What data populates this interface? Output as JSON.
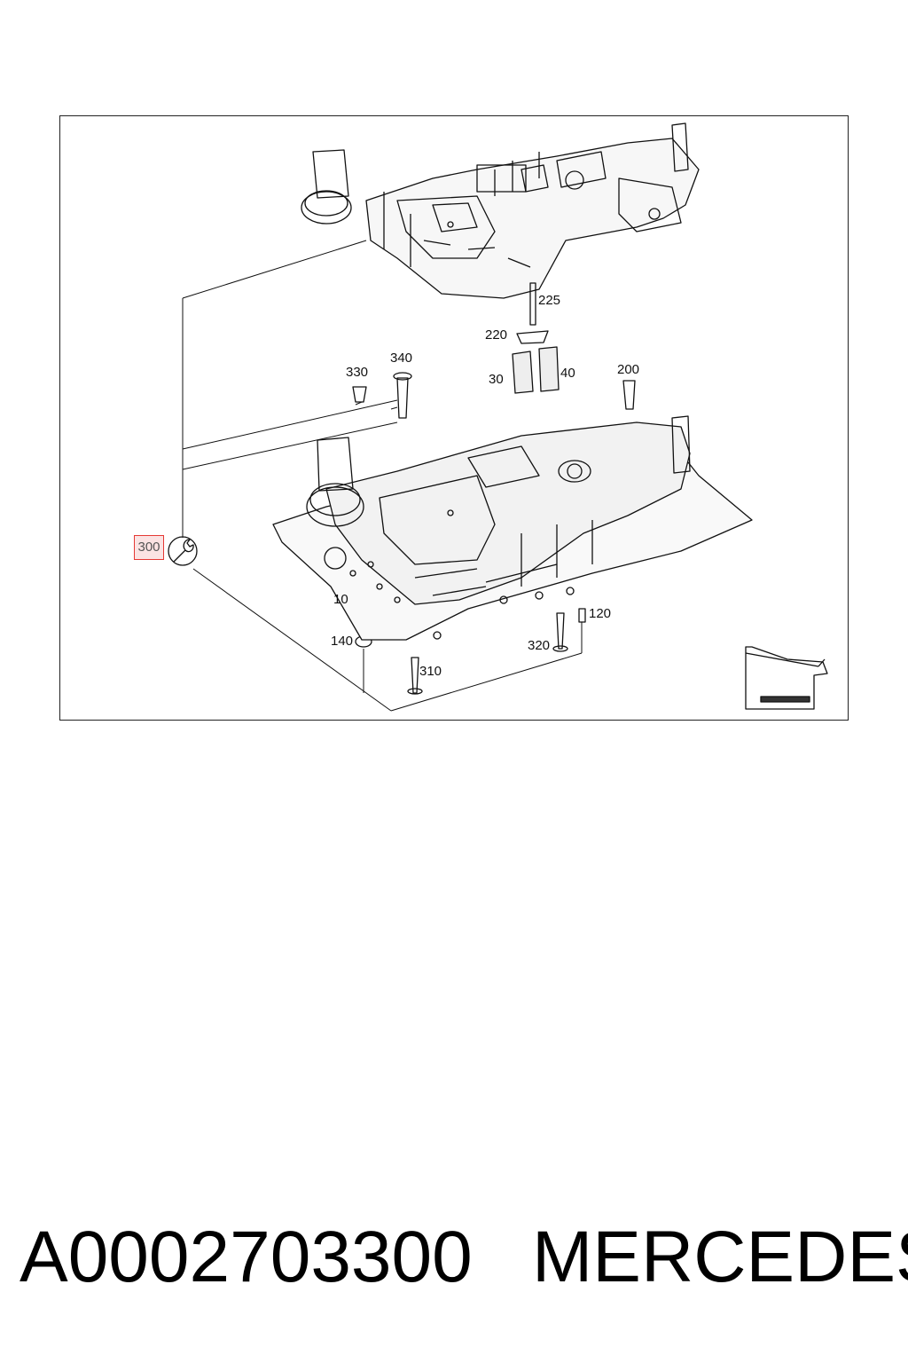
{
  "diagram": {
    "callouts": {
      "c10": "10",
      "c30": "30",
      "c40": "40",
      "c120": "120",
      "c140": "140",
      "c200": "200",
      "c220": "220",
      "c225": "225",
      "c300": "300",
      "c310": "310",
      "c320": "320",
      "c330": "330",
      "c340": "340"
    },
    "highlight_color": "#e53935"
  },
  "caption": {
    "part_number": "A0002703300",
    "brand": "MERCEDES"
  }
}
